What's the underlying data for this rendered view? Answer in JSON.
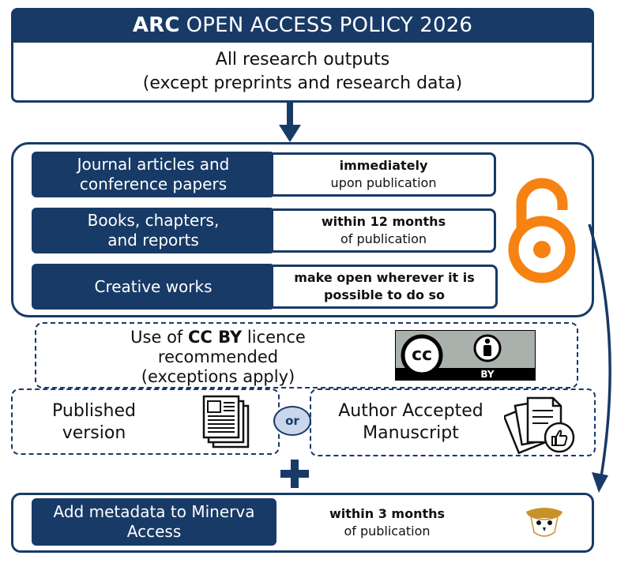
{
  "header": {
    "title_bold": "ARC",
    "title_rest": "OPEN ACCESS POLICY 2026",
    "outputs_line1": "All research outputs",
    "outputs_line2": "(except preprints and research data)"
  },
  "policy_rows": [
    {
      "type_line1": "Journal articles and",
      "type_line2": "conference papers",
      "timing_strong": "immediately",
      "timing_rest": "upon publication"
    },
    {
      "type_line1": "Books, chapters,",
      "type_line2": "and reports",
      "timing_strong": "within 12 months",
      "timing_rest": "of publication"
    },
    {
      "type_line1": "Creative works",
      "type_line2": "",
      "timing_strong": "make open wherever it is",
      "timing_rest": "possible to do so"
    }
  ],
  "licence": {
    "line1_prefix": "Use of",
    "line1_bold": "CC BY",
    "line1_suffix": "licence",
    "line2": "recommended",
    "line3": "(exceptions apply)",
    "badge_cc": "cc",
    "badge_by": "BY"
  },
  "versions": {
    "published_line1": "Published",
    "published_line2": "version",
    "or_label": "or",
    "aam_line1": "Author Accepted",
    "aam_line2": "Manuscript"
  },
  "metadata": {
    "action_line1": "Add metadata to Minerva",
    "action_line2": "Access",
    "timing_strong": "within 3 months",
    "timing_rest": "of publication"
  },
  "colors": {
    "navy": "#183a67",
    "oa_orange": "#f68212",
    "owl_gold": "#c8922a"
  },
  "icons": [
    "down-arrow-icon",
    "open-access-lock-icon",
    "cc-by-badge-icon",
    "document-stack-icon",
    "manuscript-thumbs-up-icon",
    "plus-icon",
    "owl-logo-icon",
    "curved-arrow-icon"
  ]
}
